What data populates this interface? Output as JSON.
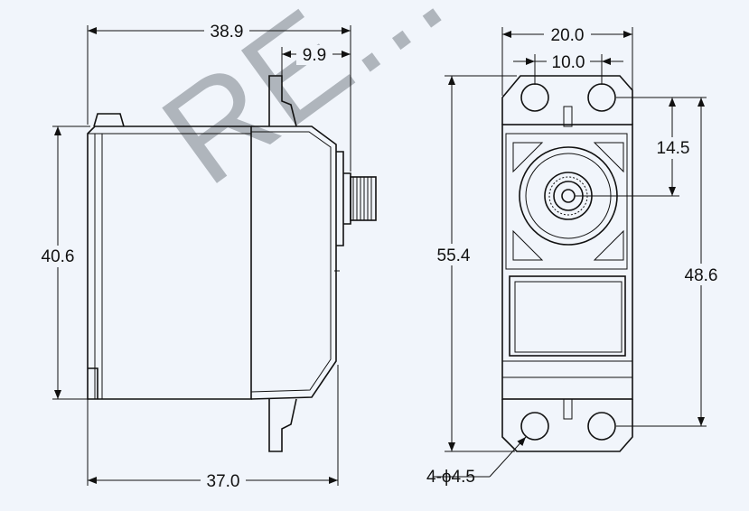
{
  "watermark": "RE...",
  "side_view": {
    "dims": {
      "overall_length": "38.9",
      "flange_offset": "9.9",
      "height": "40.6",
      "body_length": "37.0"
    }
  },
  "front_view": {
    "dims": {
      "overall_width": "20.0",
      "hole_spacing": "10.0",
      "overall_height": "55.4",
      "shaft_offset": "14.5",
      "hole_pitch_vertical": "48.6",
      "mount_holes": "4-ϕ4.5"
    }
  },
  "colors": {
    "background": "#f1f5fb",
    "line": "#111111",
    "watermark": "#9aa0a7"
  }
}
